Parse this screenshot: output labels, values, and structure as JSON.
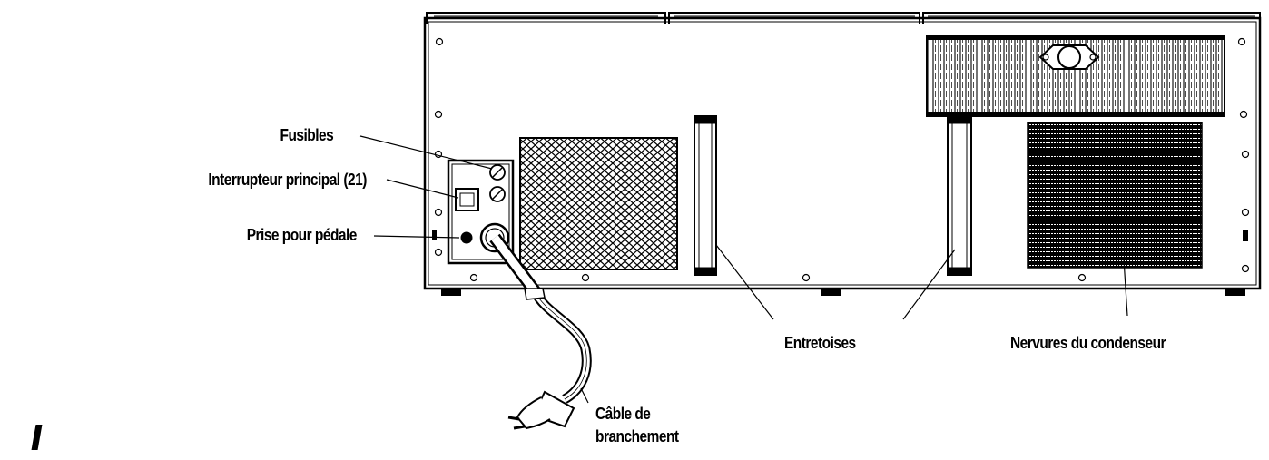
{
  "diagram": {
    "labels": {
      "fuses": "Fusibles",
      "main_switch": "Interrupteur principal (21)",
      "pedal_socket": "Prise pour pédale",
      "spacers": "Entretoises",
      "condenser_fins": "Nervures du condenseur",
      "cable_line1": "Câble de",
      "cable_line2": "branchement"
    },
    "colors": {
      "stroke": "#000000",
      "background": "#ffffff"
    }
  }
}
